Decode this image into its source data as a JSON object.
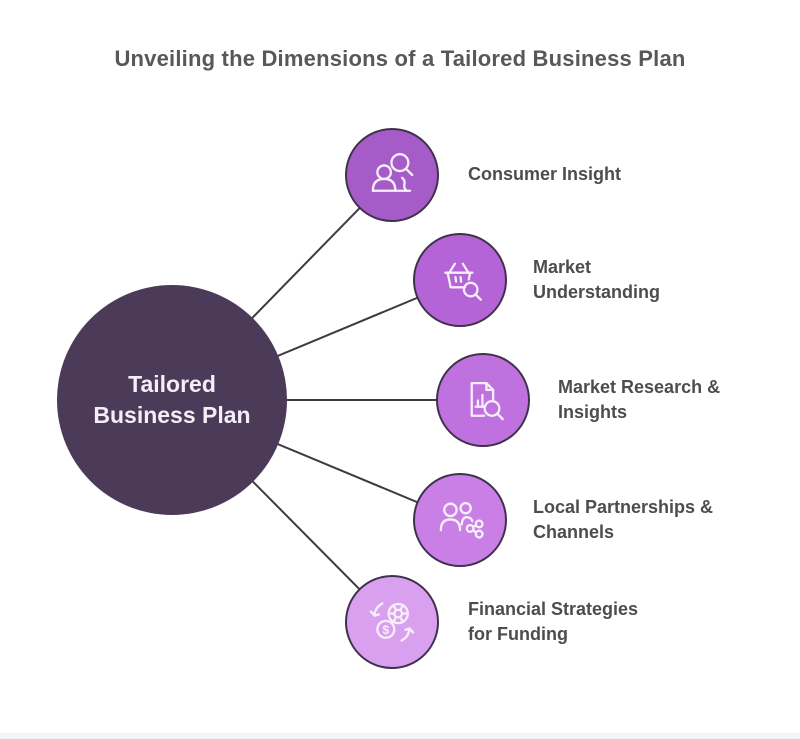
{
  "title": "Unveiling the Dimensions of a Tailored Business Plan",
  "center": {
    "label_line1": "Tailored",
    "label_line2": "Business Plan"
  },
  "nodes": [
    {
      "label": "Consumer Insight",
      "icon": "person-magnifier-icon",
      "circle_color": "#a55cc9"
    },
    {
      "label": "Market Understanding",
      "icon": "basket-magnifier-icon",
      "circle_color": "#b464d6"
    },
    {
      "label": "Market Research & Insights",
      "icon": "document-chart-magnifier-icon",
      "circle_color": "#bf71e0"
    },
    {
      "label": "Local Partnerships & Channels",
      "icon": "people-network-icon",
      "circle_color": "#c97fe6"
    },
    {
      "label": "Financial Strategies for Funding",
      "icon": "coin-chip-exchange-icon",
      "circle_color": "#d9a0ef"
    }
  ],
  "colors": {
    "background": "#ffffff",
    "title_text": "#58585a",
    "label_text": "#4d4d4f",
    "center_circle": "#4b3b58",
    "center_text": "#f5eef7",
    "node_border": "#40314b",
    "connector": "#3e3a44",
    "icon_stroke": "#f6eef9"
  }
}
